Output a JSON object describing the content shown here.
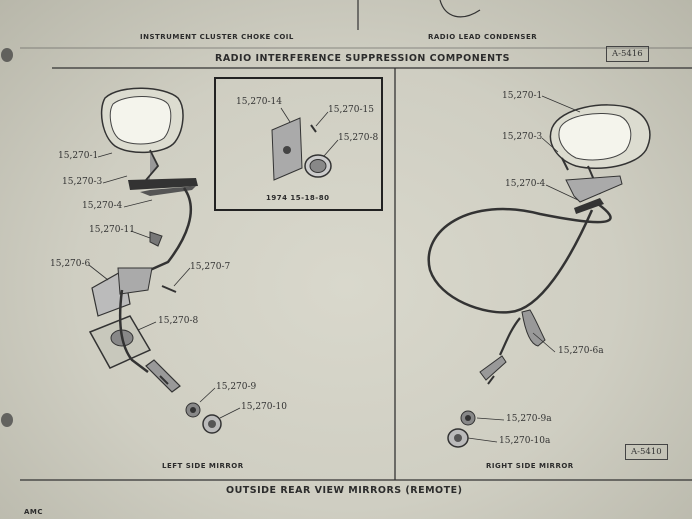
{
  "top_captions": {
    "left": "INSTRUMENT CLUSTER CHOKE COIL",
    "right": "RADIO LEAD CONDENSER"
  },
  "top_figure_code": "A-5416",
  "section_title": "RADIO INTERFERENCE SUPPRESSION COMPONENTS",
  "inset": {
    "labels": [
      "15,270-14",
      "15,270-15",
      "15,270-8"
    ],
    "caption": "1974 15-18-80"
  },
  "left_diagram": {
    "labels": [
      "15,270-1",
      "15,270-3",
      "15,270-4",
      "15,270-11",
      "15,270-6",
      "15,270-7",
      "15,270-8",
      "15,270-9",
      "15,270-10"
    ],
    "caption": "LEFT SIDE MIRROR"
  },
  "right_diagram": {
    "labels": [
      "15,270-1",
      "15,270-3",
      "15,270-4",
      "15,270-6a",
      "15,270-9a",
      "15,270-10a"
    ],
    "caption": "RIGHT SIDE MIRROR",
    "figure_code": "A-5410"
  },
  "bottom_title": "OUTSIDE REAR VIEW MIRRORS (REMOTE)",
  "footer_text": "AMC"
}
